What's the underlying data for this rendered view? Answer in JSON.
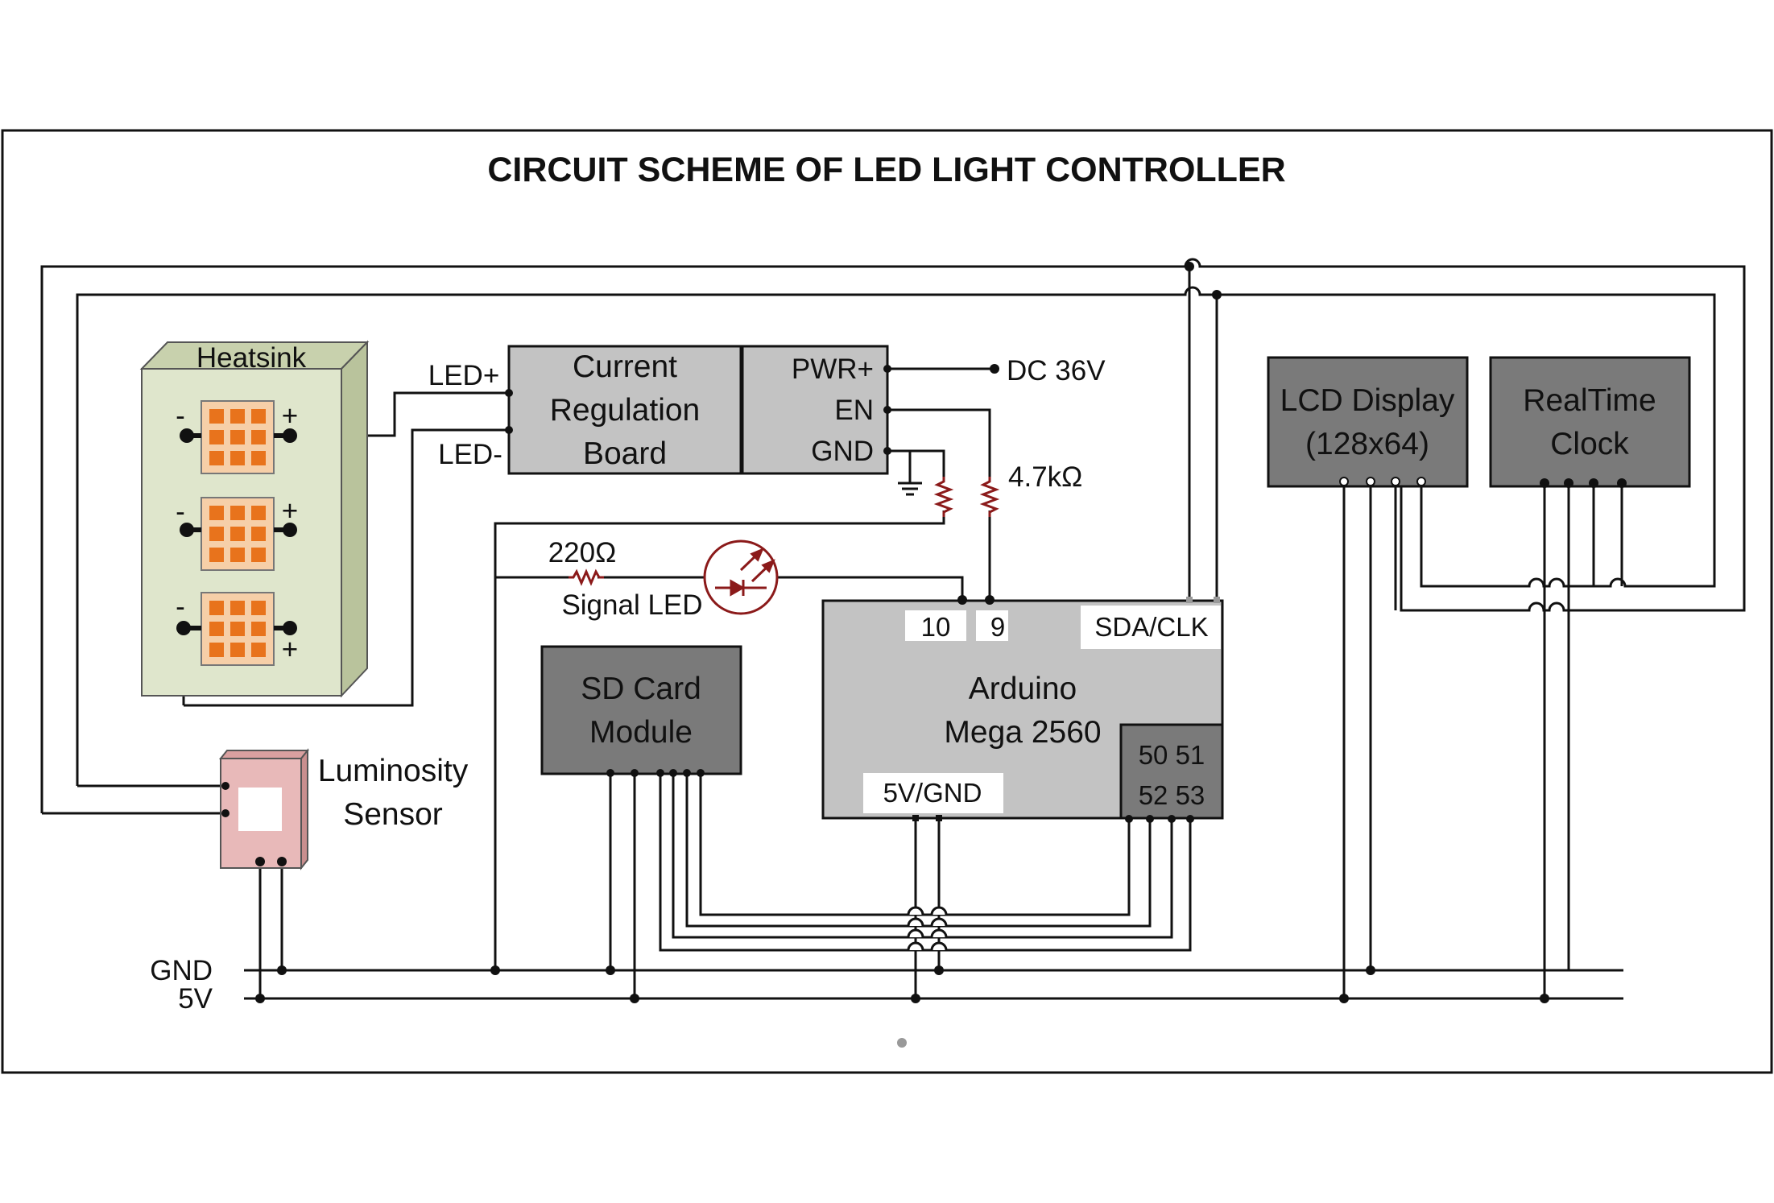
{
  "title": "CIRCUIT SCHEME OF LED LIGHT CONTROLLER",
  "blocks": {
    "heatsink": "Heatsink",
    "current_board_l1": "Current",
    "current_board_l2": "Regulation",
    "current_board_l3": "Board",
    "pwr_plus": "PWR+",
    "en": "EN",
    "gnd_pin": "GND",
    "lcd_l1": "LCD Display",
    "lcd_l2": "(128x64)",
    "rtc_l1": "RealTime",
    "rtc_l2": "Clock",
    "sd_l1": "SD Card",
    "sd_l2": "Module",
    "arduino_l1": "Arduino",
    "arduino_l2": "Mega 2560",
    "pins_50_51": "50 51",
    "pins_52_53": "52 53",
    "sensor_l1": "Luminosity",
    "sensor_l2": "Sensor"
  },
  "labels": {
    "led_plus": "LED+",
    "led_minus": "LED-",
    "dc36v": "DC 36V",
    "r47k": "4.7kΩ",
    "r220": "220Ω",
    "signal_led": "Signal LED",
    "pin10": "10",
    "pin9": "9",
    "sda_clk": "SDA/CLK",
    "v5_gnd": "5V/GND",
    "gnd_rail": "GND",
    "v5_rail": "5V",
    "minus": "-",
    "plus": "+"
  },
  "colors": {
    "heatsink_fill": "#dfe6cc",
    "board_fill": "#c3c3c3",
    "dark_module": "#7a7a7a",
    "sensor_fill": "#e8b9b9",
    "led_chip": "#e8731c",
    "led_pad": "#f6cfa8",
    "resistor": "#8b1a1a",
    "wire": "#111111"
  }
}
